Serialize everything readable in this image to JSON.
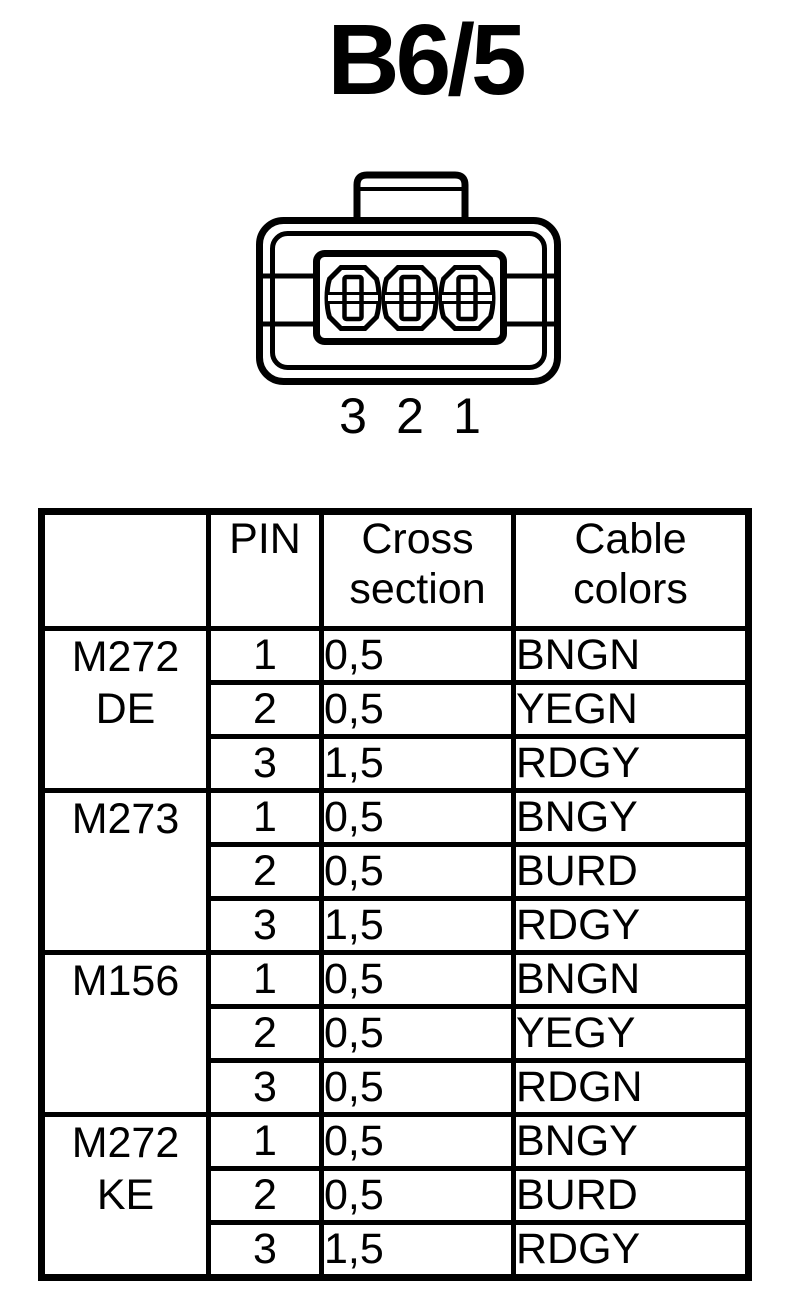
{
  "title": "B6/5",
  "connector": {
    "description": "3-pin connector, front view",
    "pin_labels": [
      "3",
      "2",
      "1"
    ]
  },
  "table": {
    "headers": {
      "group": "",
      "pin": "PIN",
      "cross_section": "Cross\nsection",
      "cable_colors": "Cable\ncolors"
    },
    "groups": [
      {
        "label": "M272\nDE",
        "rows": [
          {
            "pin": "1",
            "cross": "0,5",
            "cable": "BNGN"
          },
          {
            "pin": "2",
            "cross": "0,5",
            "cable": "YEGN"
          },
          {
            "pin": "3",
            "cross": "1,5",
            "cable": "RDGY"
          }
        ]
      },
      {
        "label": "M273",
        "rows": [
          {
            "pin": "1",
            "cross": "0,5",
            "cable": "BNGY"
          },
          {
            "pin": "2",
            "cross": "0,5",
            "cable": "BURD"
          },
          {
            "pin": "3",
            "cross": "1,5",
            "cable": "RDGY"
          }
        ]
      },
      {
        "label": "M156",
        "rows": [
          {
            "pin": "1",
            "cross": "0,5",
            "cable": "BNGN"
          },
          {
            "pin": "2",
            "cross": "0,5",
            "cable": "YEGY"
          },
          {
            "pin": "3",
            "cross": "0,5",
            "cable": "RDGN"
          }
        ]
      },
      {
        "label": "M272\nKE",
        "rows": [
          {
            "pin": "1",
            "cross": "0,5",
            "cable": "BNGY"
          },
          {
            "pin": "2",
            "cross": "0,5",
            "cable": "BURD"
          },
          {
            "pin": "3",
            "cross": "1,5",
            "cable": "RDGY"
          }
        ]
      }
    ]
  }
}
